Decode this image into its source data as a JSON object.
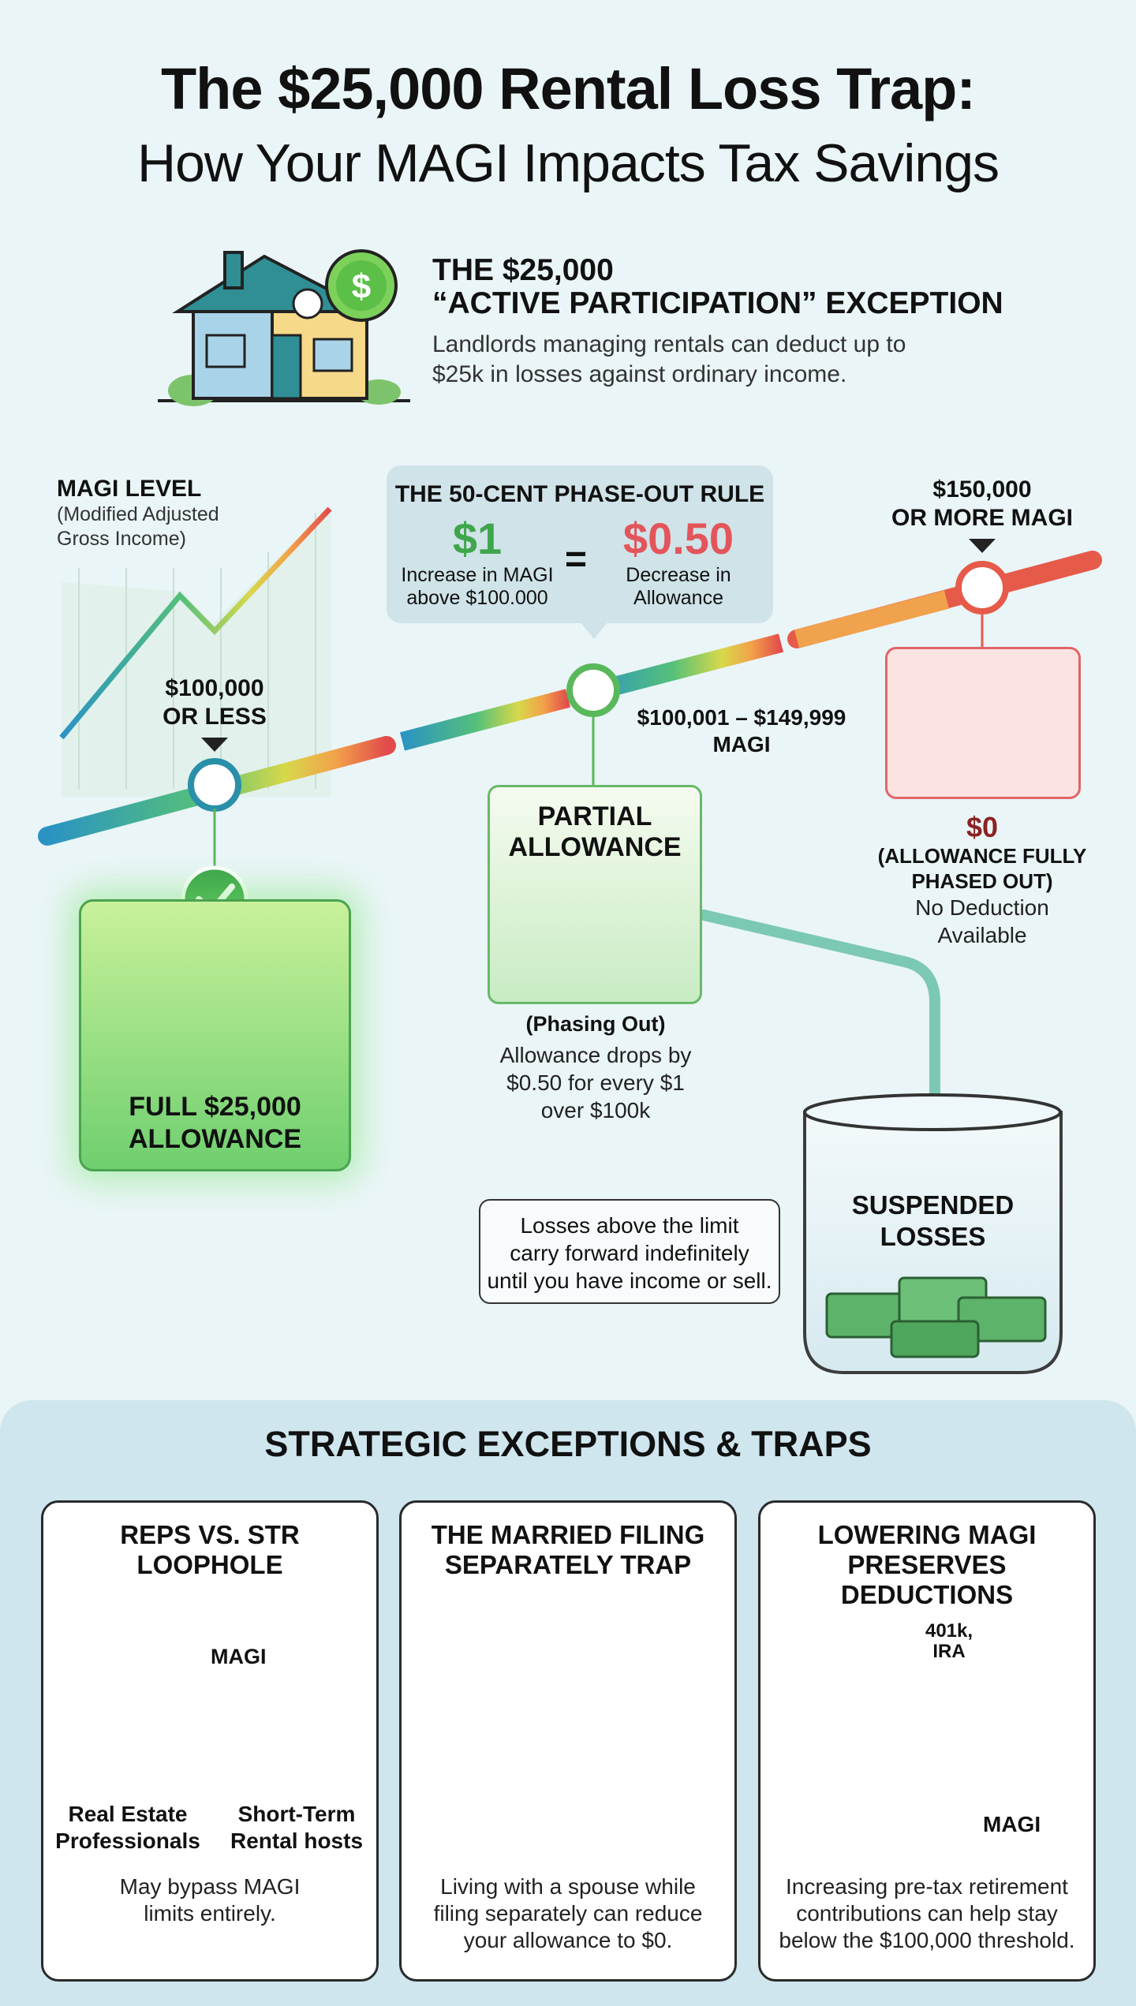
{
  "title": {
    "line1": "The $25,000 Rental Loss Trap:",
    "line2": "How Your MAGI Impacts Tax Savings"
  },
  "exception": {
    "heading_line1": "THE $25,000",
    "heading_line2": "“ACTIVE PARTICIPATION” EXCEPTION",
    "body_line1": "Landlords managing rentals can deduct up to",
    "body_line2": "$25k in losses against ordinary income.",
    "icon": "house-dollar-icon"
  },
  "magi_level": {
    "label": "MAGI LEVEL",
    "sub_line1": "(Modified Adjusted",
    "sub_line2": "Gross Income)"
  },
  "phase_out_rule": {
    "title": "THE 50-CENT PHASE-OUT RULE",
    "left_value": "$1",
    "left_line1": "Increase in MAGI",
    "left_line2": "above $100.000",
    "equals": "=",
    "right_value": "$0.50",
    "right_line1": "Decrease in",
    "right_line2": "Allowance"
  },
  "tiers": {
    "low": {
      "threshold_line1": "$100,000",
      "threshold_line2": "OR LESS",
      "label_line1": "FULL $25,000",
      "label_line2": "ALLOWANCE"
    },
    "mid": {
      "threshold_line1": "$100,001 – $149,999",
      "threshold_line2": "MAGI",
      "label_line1": "PARTIAL",
      "label_line2": "ALLOWANCE",
      "sub": "(Phasing Out)",
      "body_line1": "Allowance drops by",
      "body_line2": "$0.50 for every $1",
      "body_line3": "over $100k"
    },
    "high": {
      "threshold_line1": "$150,000",
      "threshold_line2": "OR MORE MAGI",
      "amount": "$0",
      "label_line1": "(ALLOWANCE FULLY",
      "label_line2": "PHASED OUT)",
      "body_line1": "No Deduction",
      "body_line2": "Available"
    }
  },
  "suspended": {
    "label_line1": "SUSPENDED",
    "label_line2": "LOSSES",
    "note_line1": "Losses above the limit",
    "note_line2": "carry forward indefinitely",
    "note_line3": "until you have income or sell."
  },
  "strategic": {
    "title": "STRATEGIC EXCEPTIONS & TRAPS",
    "cards": [
      {
        "title_line1": "REPS VS. STR",
        "title_line2": "LOOPHOLE",
        "magi_tag": "MAGI",
        "left_caption_line1": "Real Estate",
        "left_caption_line2": "Professionals",
        "right_caption_line1": "Short-Term",
        "right_caption_line2": "Rental hosts",
        "body_line1": "May bypass MAGI",
        "body_line2": "limits entirely."
      },
      {
        "title_line1": "THE MARRIED FILING",
        "title_line2": "SEPARATELY TRAP",
        "body_line1": "Living with a spouse while",
        "body_line2": "filing separately can reduce",
        "body_line3": "your allowance to $0."
      },
      {
        "title_line1": "LOWERING MAGI",
        "title_line2": "PRESERVES DEDUCTIONS",
        "bubble_line1": "401k,",
        "bubble_line2": "IRA",
        "magi_tag": "MAGI",
        "body_line1": "Increasing pre-tax retirement",
        "body_line2": "contributions can help stay",
        "body_line3": "below the $100,000 threshold."
      }
    ]
  },
  "colors": {
    "background": "#eaf5f7",
    "green": "#3fa64b",
    "red": "#e2555a",
    "teal": "#2a8fa8"
  }
}
